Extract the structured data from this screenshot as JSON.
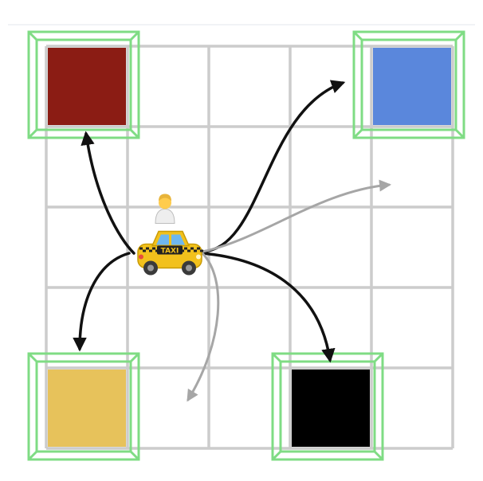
{
  "grid": {
    "rows": 5,
    "cols": 5,
    "line_color": "#cccccc",
    "background": "#ffffff"
  },
  "landmarks": [
    {
      "id": "red",
      "row": 0,
      "col": 0,
      "color": "#8b1c14",
      "highlighted": true
    },
    {
      "id": "blue",
      "row": 0,
      "col": 4,
      "color": "#5a87dc",
      "highlighted": true
    },
    {
      "id": "yellow",
      "row": 4,
      "col": 0,
      "color": "#e7c25b",
      "highlighted": true
    },
    {
      "id": "black",
      "row": 4,
      "col": 3,
      "color": "#000000",
      "highlighted": true
    }
  ],
  "highlight_color": "#7fdc84",
  "taxi": {
    "row": 2,
    "col": 1,
    "icon": "taxi-icon",
    "passenger_on_board": true,
    "passenger_icon": "person-icon",
    "sign_text": "TAXI"
  },
  "moves": [
    {
      "target": "red",
      "style": "chosen",
      "color": "#111111"
    },
    {
      "target": "blue",
      "style": "chosen",
      "color": "#111111"
    },
    {
      "target": "yellow",
      "style": "chosen",
      "color": "#111111"
    },
    {
      "target": "black",
      "style": "chosen",
      "color": "#111111"
    },
    {
      "target": "east",
      "style": "faded",
      "color": "#a6a6a6"
    },
    {
      "target": "south",
      "style": "faded",
      "color": "#a6a6a6"
    }
  ]
}
